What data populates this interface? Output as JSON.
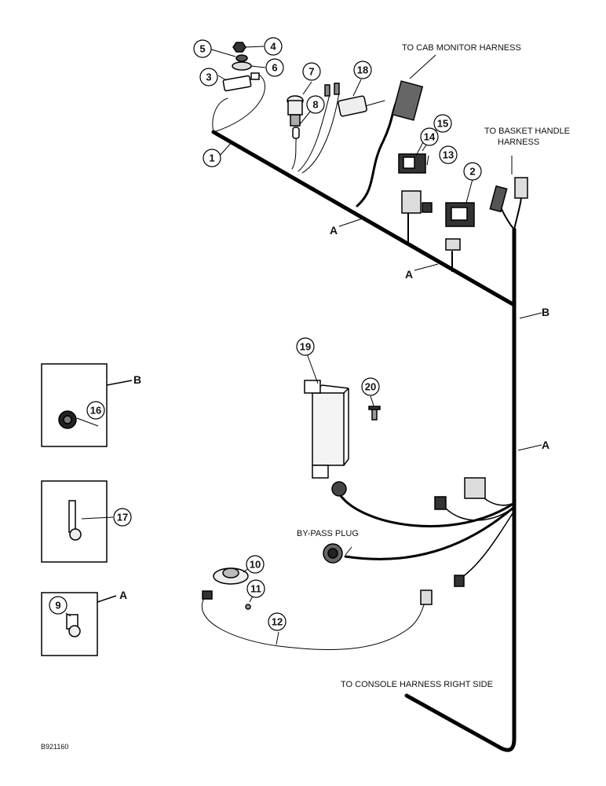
{
  "labels": {
    "to_cab_monitor": "TO CAB MONITOR HARNESS",
    "to_basket_handle_1": "TO BASKET HANDLE",
    "to_basket_handle_2": "HARNESS",
    "bypass_plug": "BY-PASS PLUG",
    "to_console": "TO CONSOLE HARNESS RIGHT SIDE",
    "drawing_code": "B921160"
  },
  "section_letters": {
    "a": "A",
    "b": "B"
  },
  "callouts": [
    "1",
    "2",
    "3",
    "4",
    "5",
    "6",
    "7",
    "8",
    "9",
    "10",
    "11",
    "12",
    "13",
    "14",
    "15",
    "16",
    "17",
    "18",
    "19",
    "20"
  ]
}
